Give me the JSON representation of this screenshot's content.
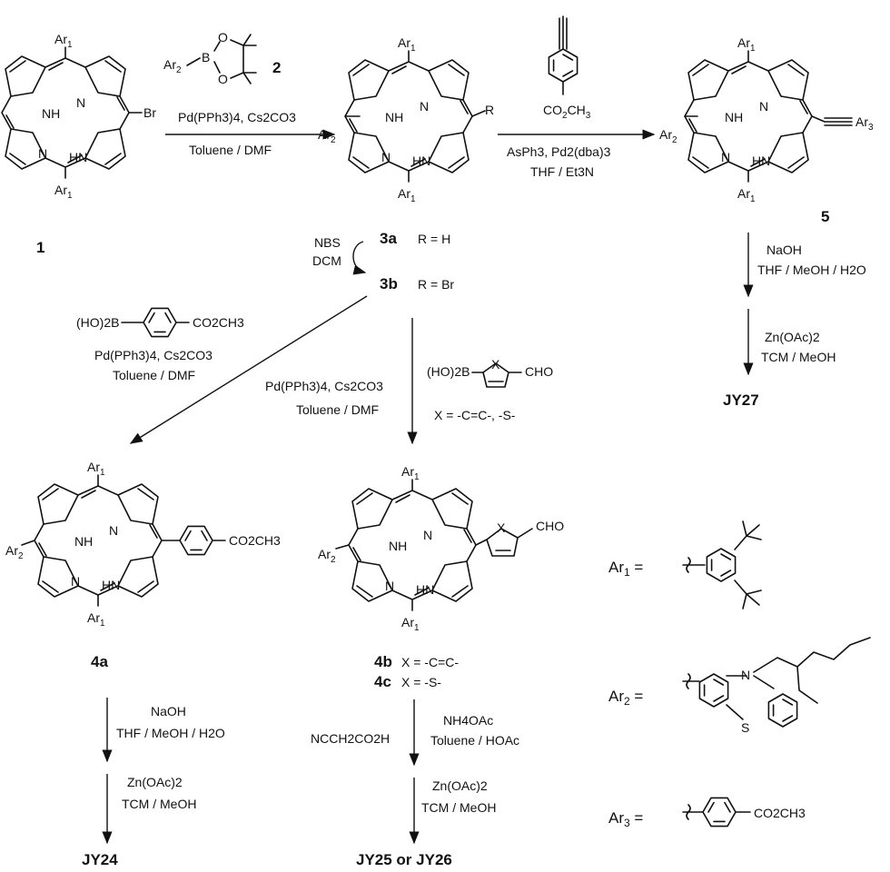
{
  "compounds": {
    "c1": "1",
    "c2": "2",
    "c3a": "3a",
    "c3a_r": "R = H",
    "c3b": "3b",
    "c3b_r": "R = Br",
    "c5": "5",
    "c4a": "4a",
    "c4b": "4b",
    "c4b_x": "X = -C=C-",
    "c4c": "4c",
    "c4c_x": "X = -S-",
    "jy27": "JY27",
    "jy24": "JY24",
    "jy2526": "JY25 or JY26"
  },
  "atoms": {
    "ar1": "Ar",
    "ar1_sub": "1",
    "ar2": "Ar",
    "ar2_sub": "2",
    "ar3": "Ar",
    "ar3_sub": "3",
    "br": "Br",
    "r": "R",
    "nh": "NH",
    "hn": "HN",
    "n": "N",
    "b": "B",
    "o": "O",
    "s": "S",
    "x": "X",
    "cho": "CHO",
    "co2ch3": "CO2CH3",
    "boronic_ester": "(HO)2B",
    "boronic_thiophene": "(HO)2B"
  },
  "conditions": {
    "step1_cat": "Pd(PPh3)4, Cs2CO3",
    "step1_solv": "Toluene / DMF",
    "step2_cat": "AsPh3, Pd2(dba)3",
    "step2_solv": "THF / Et3N",
    "brom_reagent": "NBS",
    "brom_solv": "DCM",
    "ester_hydrolysis_1": "NaOH",
    "ester_hydrolysis_2": "THF / MeOH / H2O",
    "zn_1": "Zn(OAc)2",
    "zn_2": "TCM / MeOH",
    "left_cat": "Pd(PPh3)4, Cs2CO3",
    "left_solv": "Toluene / DMF",
    "mid_cat": "Pd(PPh3)4, Cs2CO3",
    "mid_solv": "Toluene / DMF",
    "thiophene_x": "X = -C=C-, -S-",
    "knoev_reagent": "NCCH2CO2H",
    "knoev_cat": "NH4OAc",
    "knoev_solv": "Toluene / HOAc",
    "left_hyd_1": "NaOH",
    "left_hyd_2": "THF / MeOH / H2O",
    "left_zn_1": "Zn(OAc)2",
    "left_zn_2": "TCM / MeOH",
    "mid_zn_1": "Zn(OAc)2",
    "mid_zn_2": "TCM / MeOH"
  },
  "legend": {
    "ar1_eq": "Ar1 =",
    "ar2_eq": "Ar2 =",
    "ar3_eq": "Ar3 ="
  }
}
